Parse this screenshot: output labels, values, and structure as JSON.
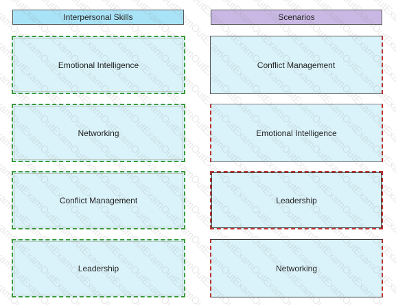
{
  "headers": {
    "left": "Interpersonal Skills",
    "right": "Scenarios"
  },
  "skills": [
    "Emotional Intelligence",
    "Networking",
    "Conflict Management",
    "Leadership"
  ],
  "scenarios": [
    "Conflict Management",
    "Emotional Intelligence",
    "Leadership",
    "Networking"
  ],
  "watermark": "ExamOut",
  "colors": {
    "left_header_bg": "#a9e3f7",
    "right_header_bg": "#c9b8e4",
    "card_bg": "#daf3fa",
    "match_green": "#3a9a3a",
    "drop_red": "#c0302c"
  }
}
